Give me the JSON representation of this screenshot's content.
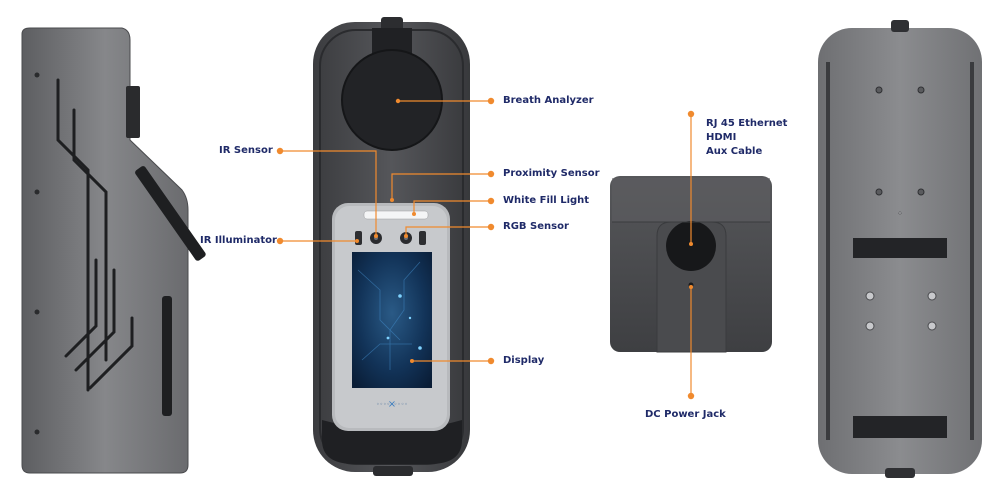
{
  "colors": {
    "background": "#ffffff",
    "callout_accent": "#f08a2e",
    "label_text": "#1f2a68",
    "device_body": "#7c7d80",
    "device_dark": "#2b2c2f"
  },
  "labels": {
    "breath_analyzer": "Breath Analyzer",
    "ir_sensor": "IR Sensor",
    "proximity_sensor": "Proximity Sensor",
    "white_fill_light": "White Fill Light",
    "rgb_sensor": "RGB Sensor",
    "ir_illuminator": "IR Illuminator",
    "display": "Display",
    "rj45": "RJ 45 Ethernet",
    "hdmi": "HDMI",
    "aux": "Aux Cable",
    "dc_power_jack": "DC Power Jack"
  },
  "views": {
    "side": "side-view",
    "front": "front-view",
    "bottom": "bottom-view",
    "rear": "rear-view"
  }
}
